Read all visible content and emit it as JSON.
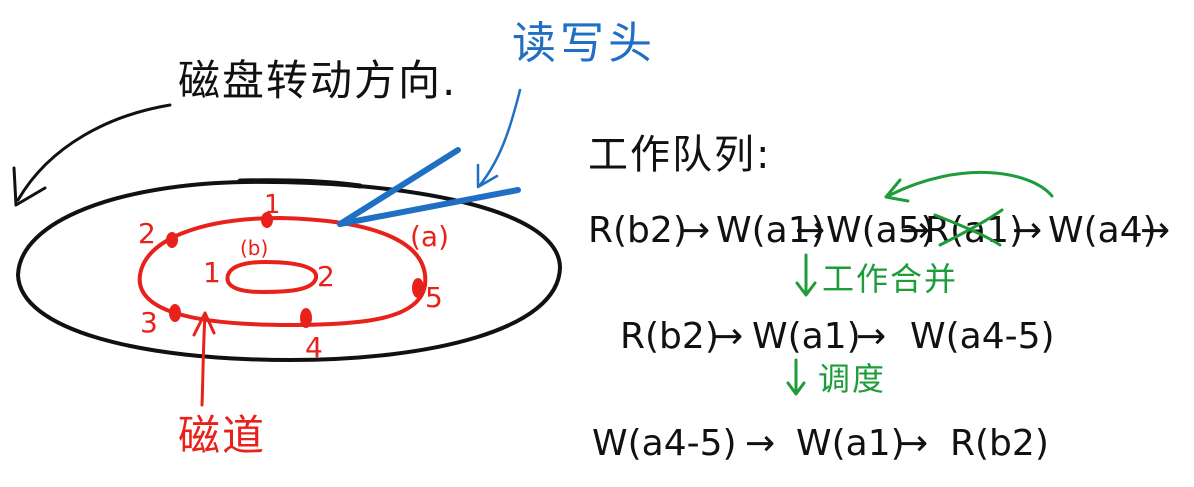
{
  "colors": {
    "ink": "#111111",
    "red": "#e8211b",
    "blue": "#1f6fc4",
    "green": "#1e9c3a",
    "background": "#ffffff"
  },
  "labels": {
    "rotation_direction": "磁盘转动方向.",
    "read_write_head": "读写头",
    "track": "磁道",
    "work_queue_title": "工作队列:"
  },
  "disk": {
    "outer_track_label": "(a)",
    "inner_track_label": "(b)",
    "outer_sectors": [
      "1",
      "2",
      "3",
      "4",
      "5"
    ],
    "inner_sectors": [
      "1",
      "2"
    ]
  },
  "sequences": {
    "original": {
      "items": [
        "R(b2)",
        "W(a1)",
        "W(a5)",
        "R(a1)",
        "W(a4)"
      ],
      "separator": "→",
      "struck_item_index": 3
    },
    "merge_step": "工作合并",
    "merged": {
      "items": [
        "R(b2)",
        "W(a1)",
        "W(a4-5)"
      ],
      "separator": "→"
    },
    "reorder_step": "调度",
    "reordered": {
      "items": [
        "W(a4-5)",
        "W(a1)",
        "R(b2)"
      ],
      "separator": "→"
    }
  }
}
